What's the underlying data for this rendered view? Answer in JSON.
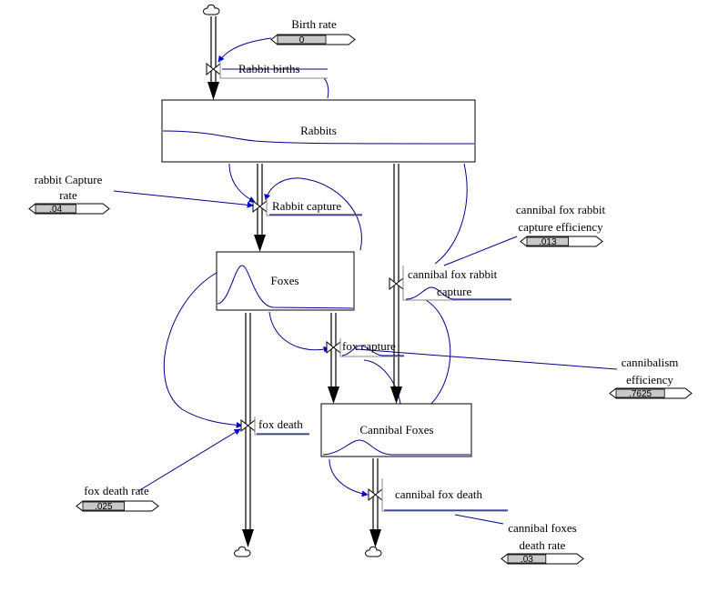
{
  "stocks": {
    "rabbits": "Rabbits",
    "foxes": "Foxes",
    "cannibal_foxes": "Cannibal Foxes"
  },
  "flows": {
    "rabbit_births": "Rabbit births",
    "rabbit_capture": "Rabbit capture",
    "cannibal_capture_line1": "cannibal fox rabbit",
    "cannibal_capture_line2": "capture",
    "fox_capture": "fox capture",
    "fox_death": "fox death",
    "cannibal_fox_death": "cannibal fox death"
  },
  "parameters": {
    "birth_rate": {
      "label": "Birth rate",
      "value": "0",
      "fill_fraction": 0.68
    },
    "rabbit_capture_rate": {
      "label_line1": "rabbit Capture",
      "label_line2": "rate",
      "value": ".04",
      "fill_fraction": 0.6
    },
    "capture_efficiency": {
      "label_line1": "cannibal fox rabbit",
      "label_line2": "capture efficiency",
      "value": ".013",
      "fill_fraction": 0.6
    },
    "cannibalism_efficiency": {
      "label_line1": "cannibalism",
      "label_line2": "efficiency",
      "value": ".7625",
      "fill_fraction": 0.7
    },
    "fox_death_rate": {
      "label": "fox death rate",
      "value": ".025",
      "fill_fraction": 0.6
    },
    "cannibal_death_rate": {
      "label_line1": "cannibal foxes",
      "label_line2": "death rate",
      "value": ".03",
      "fill_fraction": 0.55
    }
  },
  "colors": {
    "line": "#000000",
    "connector": "#00008b",
    "arrowhead": "#0000cd",
    "knob_fill": "#c8c8c8"
  }
}
